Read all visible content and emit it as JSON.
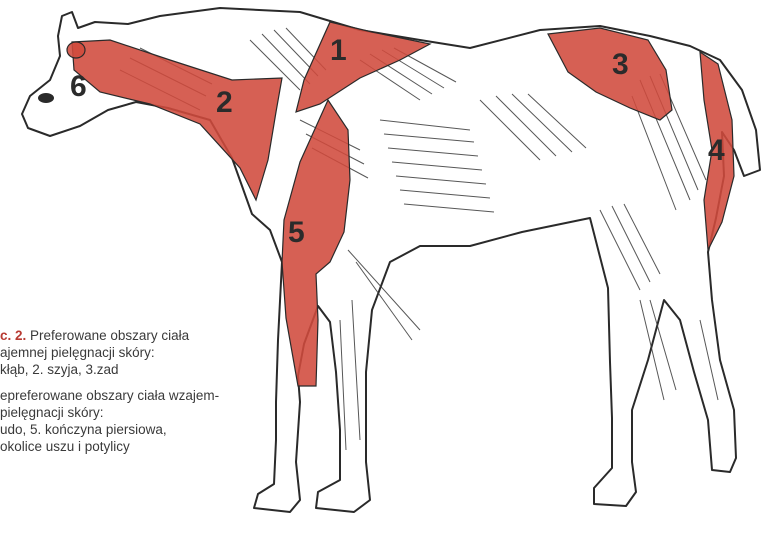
{
  "figure": {
    "region_fill_color": "#d04a3c",
    "outline_color": "#2a2a2a",
    "labels": [
      "1",
      "2",
      "3",
      "4",
      "5",
      "6"
    ]
  },
  "caption": {
    "figure_ref": "c. 2.",
    "lines_preferred": [
      "Preferowane obszary ciała",
      "ajemnej pielęgnacji skóry:",
      "kłąb, 2. szyja, 3.zad"
    ],
    "lines_nonpreferred": [
      "epreferowane obszary ciała wzajem-",
      " pielęgnacji skóry:",
      "udo, 5. kończyna piersiowa,",
      "okolice uszu i potylicy"
    ]
  }
}
